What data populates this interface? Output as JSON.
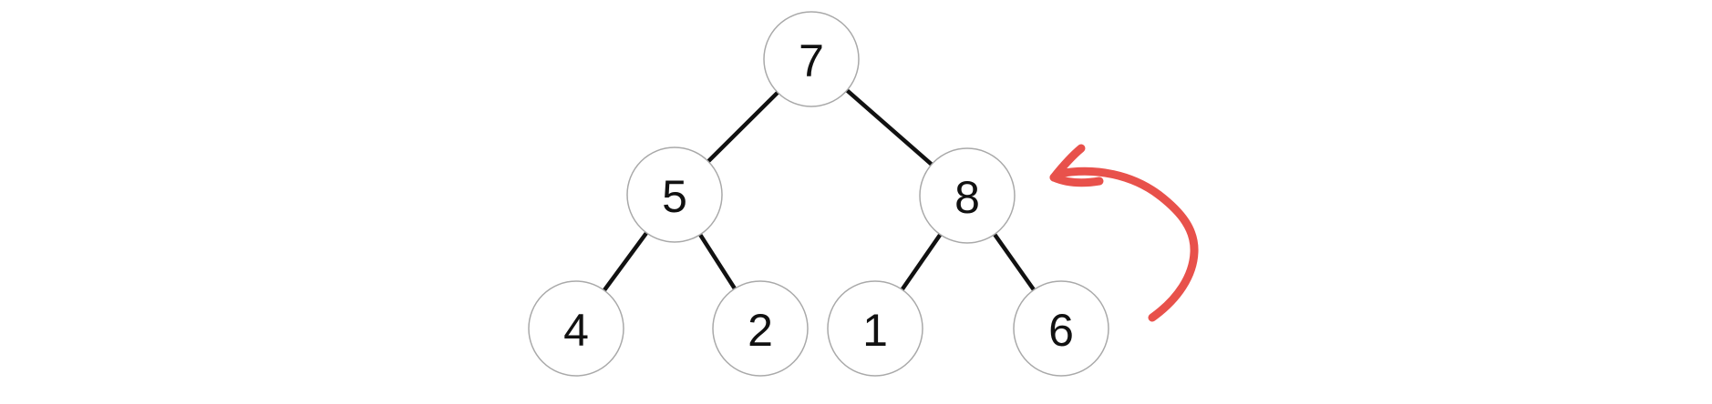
{
  "tree": {
    "kind": "binary-tree",
    "nodes": [
      {
        "id": "n0",
        "value": "7",
        "level": 0
      },
      {
        "id": "n1",
        "value": "5",
        "level": 1
      },
      {
        "id": "n2",
        "value": "8",
        "level": 1
      },
      {
        "id": "n3",
        "value": "4",
        "level": 2
      },
      {
        "id": "n4",
        "value": "2",
        "level": 2
      },
      {
        "id": "n5",
        "value": "1",
        "level": 2
      },
      {
        "id": "n6",
        "value": "6",
        "level": 2
      }
    ],
    "edges": [
      {
        "from": "7",
        "to": "5"
      },
      {
        "from": "7",
        "to": "8"
      },
      {
        "from": "5",
        "to": "4"
      },
      {
        "from": "5",
        "to": "2"
      },
      {
        "from": "8",
        "to": "1"
      },
      {
        "from": "8",
        "to": "6"
      }
    ],
    "annotation": {
      "type": "hand-drawn-curved-arrow",
      "points_to": "node 8",
      "color": "#e8514b"
    },
    "colors": {
      "background": "#ffffff",
      "node_fill": "#ffffff",
      "node_border": "#a9a9a9",
      "edge": "#111111",
      "label": "#111111",
      "annotation": "#e8514b"
    }
  }
}
